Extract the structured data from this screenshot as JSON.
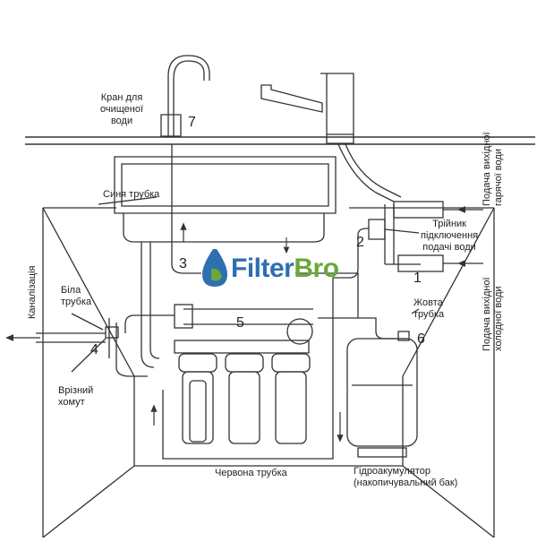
{
  "labels": {
    "faucet": [
      "Кран для",
      "очищеної",
      "води"
    ],
    "blue_tube": "Синя трубка",
    "tee": [
      "Трійник",
      "підключення",
      "подачі води"
    ],
    "white_tube": [
      "Біла",
      "трубка"
    ],
    "sewer": "Каналізація",
    "clamp": [
      "Врізний",
      "хомут"
    ],
    "yellow_tube": [
      "Жовта",
      "трубка"
    ],
    "red_tube": "Червона трубка",
    "tank": [
      "Гідроакумулятор",
      "(накопичувальний бак)"
    ],
    "hot_supply": [
      "Подача вихідної",
      "гарячої води"
    ],
    "cold_supply": [
      "Подача вихідної",
      "холодної води"
    ]
  },
  "numbers": {
    "n1": "1",
    "n2": "2",
    "n3": "3",
    "n4": "4",
    "n5": "5",
    "n6": "6",
    "n7": "7"
  },
  "logo": {
    "text_a": "Filter",
    "text_b": "Bro",
    "color_a": "#2e6fb0",
    "color_b": "#6aa83a"
  },
  "colors": {
    "line": "#333333",
    "watermark_blue": "#2e6fb0",
    "watermark_green": "#6aa83a"
  }
}
